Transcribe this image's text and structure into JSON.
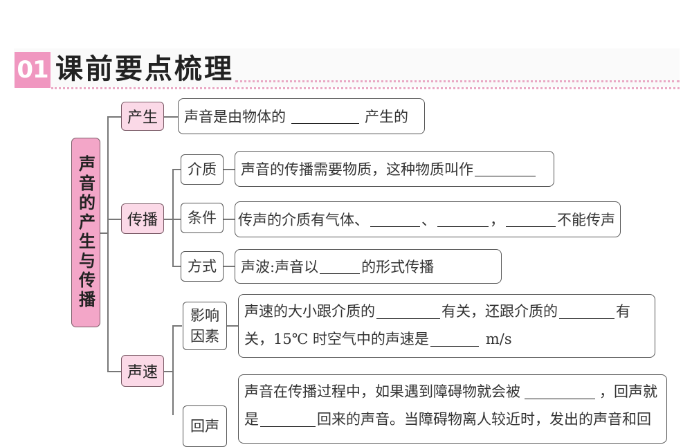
{
  "header": {
    "section_number": "01",
    "section_title": "课前要点梳理",
    "accent_color": "#f097c0"
  },
  "mindmap": {
    "root": "声音的产生与传播",
    "branches": [
      {
        "label": "产生",
        "content": {
          "before": "声音是由物体的",
          "after": "产生的"
        }
      },
      {
        "label": "传播",
        "children": [
          {
            "label": "介质",
            "content": {
              "text": "声音的传播需要物质，这种物质叫作"
            }
          },
          {
            "label": "条件",
            "content": {
              "part1": "传声的介质有气体、",
              "sep1": "、",
              "sep2": "，",
              "part2": "不能传声"
            }
          },
          {
            "label": "方式",
            "content": {
              "before": "声波:声音以",
              "after": "的形式传播"
            }
          }
        ]
      },
      {
        "label": "声速",
        "children": [
          {
            "label": "影响因素",
            "label_line1": "影响",
            "label_line2": "因素",
            "content": {
              "l1a": "声速的大小跟介质的",
              "l1b": "有关，还跟介质的",
              "l1c": "有",
              "l2a": "关，15℃ 时空气中的声速是",
              "l2b": "m/s"
            }
          },
          {
            "label": "回声",
            "content": {
              "l1a": "声音在传播过程中，如果遇到障碍物就会被",
              "l1b": "，回声就",
              "l2a": "是",
              "l2b": "回来的声音。当障碍物离人较近时，发出的声音和回"
            }
          }
        ]
      }
    ]
  }
}
